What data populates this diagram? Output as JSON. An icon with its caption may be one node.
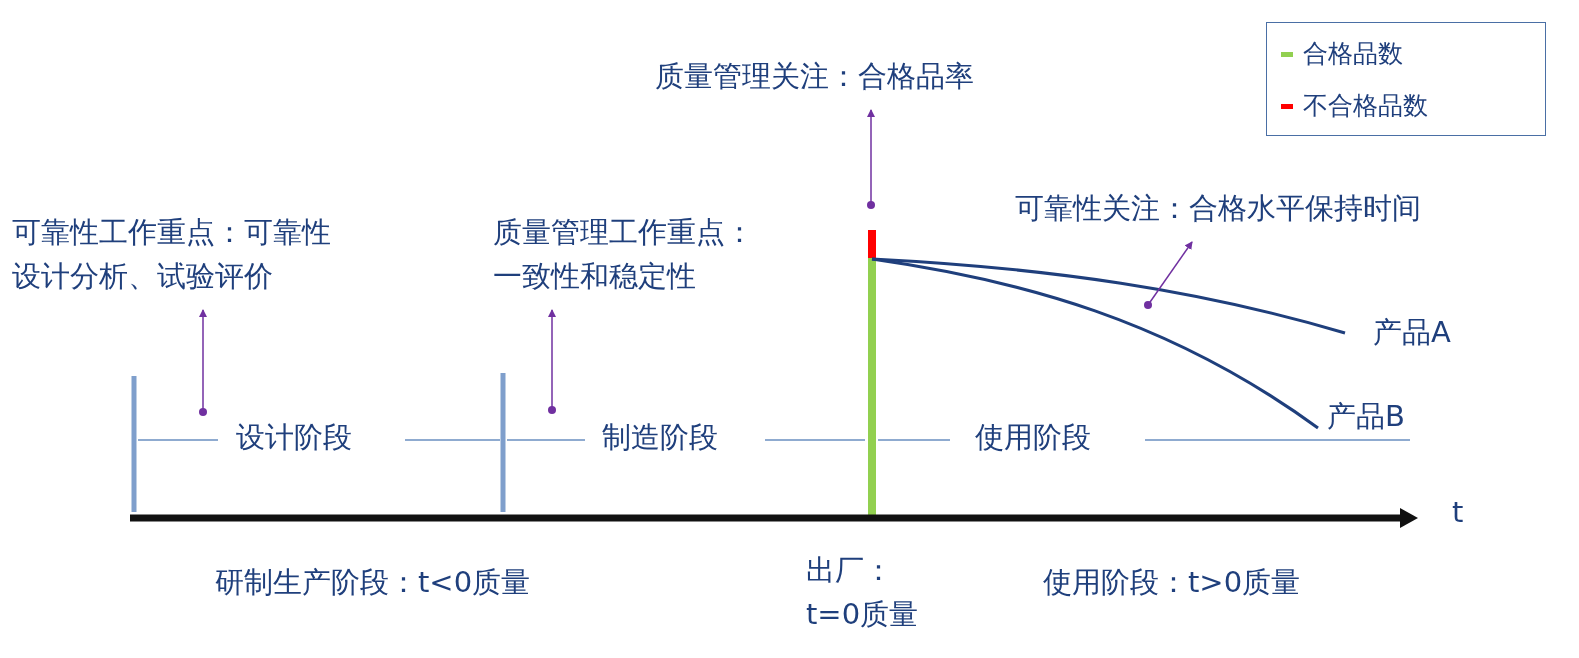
{
  "diagram": {
    "nodes": [
      {
        "text": [
          "可靠性工作重点：可靠性设计分析、试验评价"
        ]
      },
      {
        "text": [
          "质量管理工作重点：一致性和稳定性"
        ]
      },
      {
        "text": [
          "质量管理关注：合格品率"
        ]
      },
      {
        "text": [
          "可靠性关注：合格水平保持时间"
        ]
      }
    ],
    "edges": [
      {
        "from": null,
        "to": 0,
        "arrow": "to"
      },
      {
        "from": null,
        "to": 1,
        "arrow": "to"
      },
      {
        "from": null,
        "to": 2,
        "arrow": "to"
      },
      {
        "from": null,
        "to": 3,
        "arrow": "to"
      }
    ],
    "labels": [
      "产品A",
      "设计阶段",
      "制造阶段",
      "使用阶段",
      "产品B",
      "t",
      "研制生产阶段：t<0质量",
      "出厂：t=0质量",
      "使用阶段：t>0质量"
    ],
    "legend": [
      {
        "text": "合格品数",
        "color": "#92d050"
      },
      {
        "text": "不合格品数",
        "color": "#ff0000"
      }
    ]
  }
}
